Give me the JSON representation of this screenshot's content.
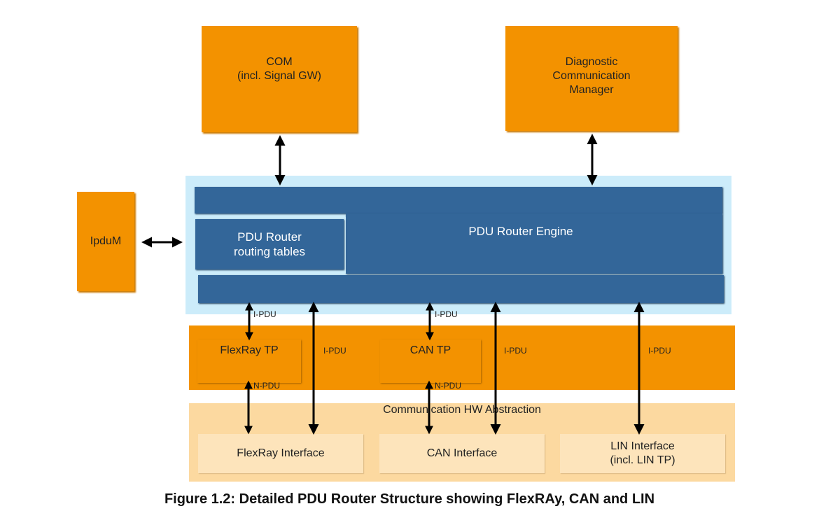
{
  "blocks": {
    "com": "COM\n(incl. Signal GW)",
    "dcm": "Diagnostic\nCommunication\nManager",
    "ipdum": "IpduM",
    "routing_tables": "PDU Router\nrouting tables",
    "engine": "PDU Router Engine",
    "flexray_tp": "FlexRay TP",
    "can_tp": "CAN TP",
    "hw_abstraction": "Communication HW Abstraction",
    "flexray_if": "FlexRay Interface",
    "can_if": "CAN Interface",
    "lin_if": "LIN Interface\n(incl. LIN TP)"
  },
  "pdu_labels": {
    "ipdu_1": "I-PDU",
    "ipdu_2": "I-PDU",
    "ipdu_3": "I-PDU",
    "ipdu_4": "I-PDU",
    "ipdu_5": "I-PDU",
    "npdu_1": "N-PDU",
    "npdu_2": "N-PDU"
  },
  "caption": "Figure 1.2: Detailed PDU Router Structure showing FlexRAy, CAN and LIN",
  "colors": {
    "orange": "#f39200",
    "light_orange": "#fcd9a0",
    "light_blue": "#ccecfa",
    "blue": "#336699"
  }
}
